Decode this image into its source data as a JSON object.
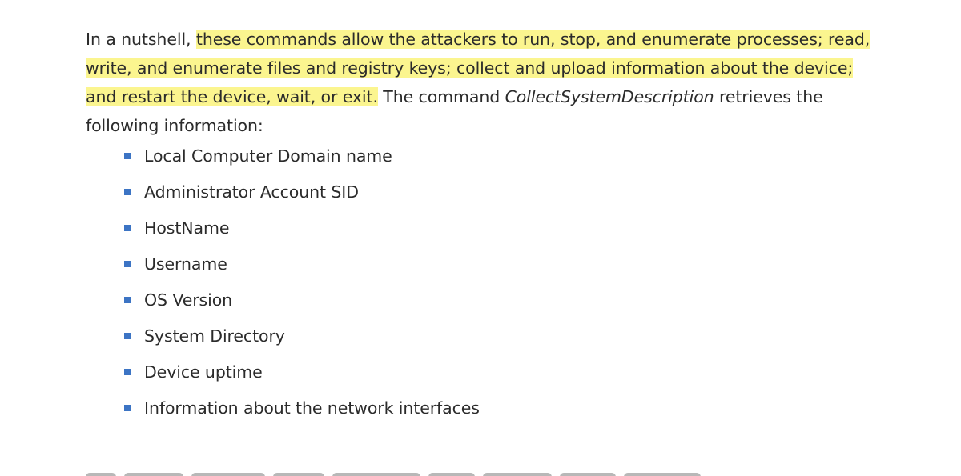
{
  "paragraph": {
    "lead": "In a nutshell, ",
    "highlighted": "these commands allow the attackers to run, stop, and enumerate processes; read, write, and enumerate files and registry keys; collect and upload information about the device; and restart the device, wait, or exit.",
    "after_highlight": " The command ",
    "command": "CollectSystemDescription",
    "trail": " retrieves the following information:"
  },
  "list": {
    "items": [
      "Local Computer Domain name",
      "Administrator Account SID",
      "HostName",
      "Username",
      "OS Version",
      "System Directory",
      "Device uptime",
      "Information about the network interfaces"
    ]
  },
  "colors": {
    "highlight": "#fbf58f",
    "bullet": "#3c74c4",
    "text": "#2b2b2b"
  }
}
